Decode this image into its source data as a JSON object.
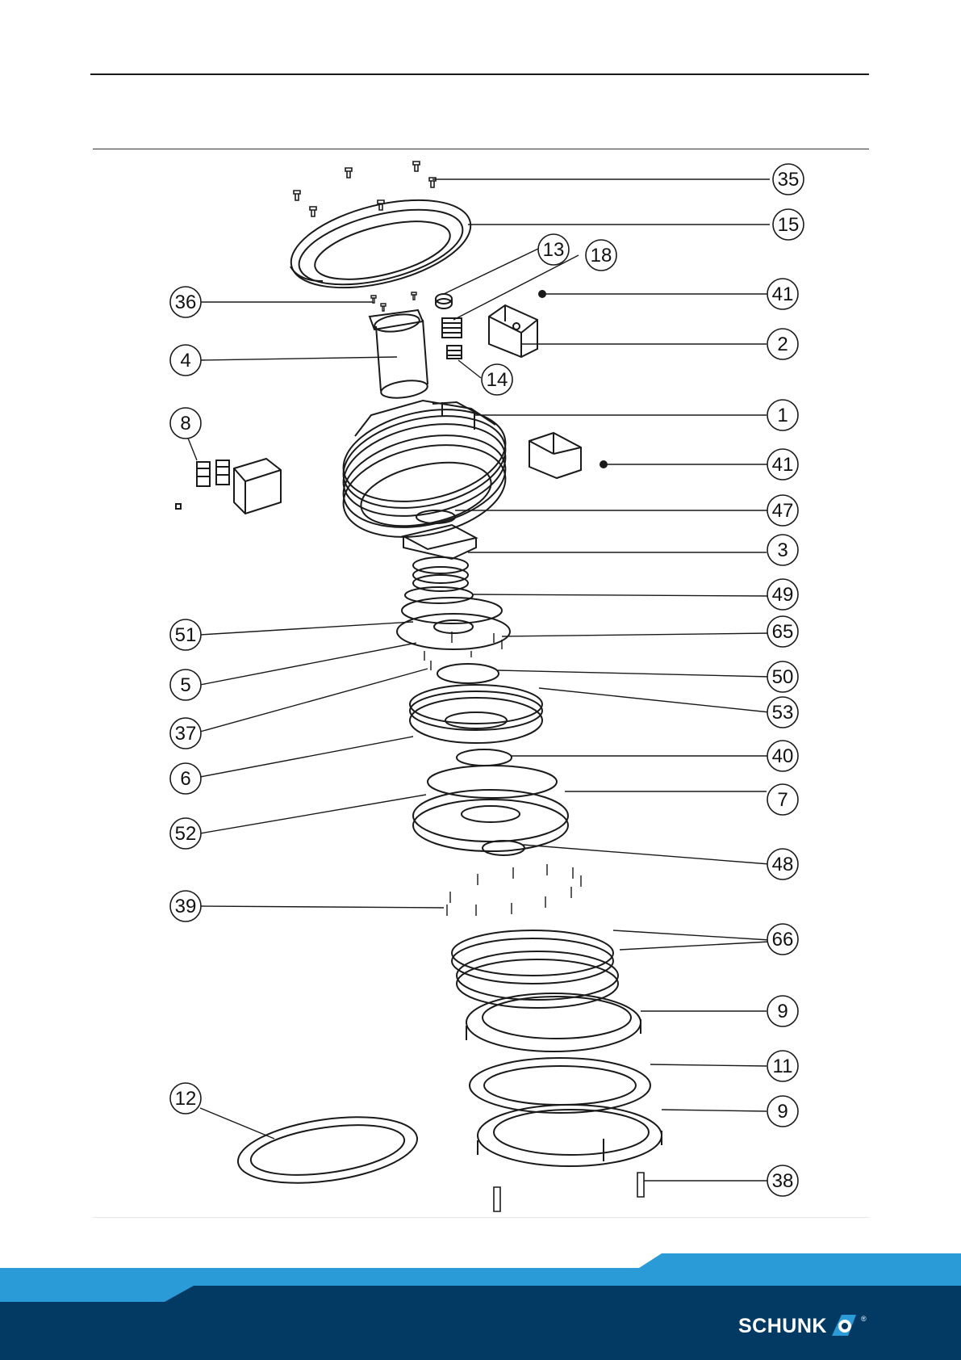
{
  "diagram": {
    "callouts": [
      {
        "id": "35",
        "side": "right"
      },
      {
        "id": "15",
        "side": "right"
      },
      {
        "id": "13",
        "side": "mid"
      },
      {
        "id": "18",
        "side": "mid"
      },
      {
        "id": "41",
        "side": "right"
      },
      {
        "id": "36",
        "side": "left"
      },
      {
        "id": "2",
        "side": "right"
      },
      {
        "id": "4",
        "side": "left"
      },
      {
        "id": "14",
        "side": "mid"
      },
      {
        "id": "8",
        "side": "left"
      },
      {
        "id": "1",
        "side": "right"
      },
      {
        "id": "41",
        "side": "right"
      },
      {
        "id": "47",
        "side": "right"
      },
      {
        "id": "3",
        "side": "right"
      },
      {
        "id": "49",
        "side": "right"
      },
      {
        "id": "51",
        "side": "left"
      },
      {
        "id": "65",
        "side": "right"
      },
      {
        "id": "5",
        "side": "left"
      },
      {
        "id": "50",
        "side": "right"
      },
      {
        "id": "53",
        "side": "right"
      },
      {
        "id": "37",
        "side": "left"
      },
      {
        "id": "40",
        "side": "right"
      },
      {
        "id": "6",
        "side": "left"
      },
      {
        "id": "7",
        "side": "right"
      },
      {
        "id": "52",
        "side": "left"
      },
      {
        "id": "48",
        "side": "right"
      },
      {
        "id": "39",
        "side": "left"
      },
      {
        "id": "66",
        "side": "right"
      },
      {
        "id": "9",
        "side": "right"
      },
      {
        "id": "11",
        "side": "right"
      },
      {
        "id": "12",
        "side": "left"
      },
      {
        "id": "9",
        "side": "right"
      },
      {
        "id": "38",
        "side": "right"
      }
    ]
  },
  "footer": {
    "band_color_light": "#2a9bd6",
    "band_color_dark": "#023a64",
    "logo_text": "SCHUNK",
    "logo_reg": "®"
  }
}
